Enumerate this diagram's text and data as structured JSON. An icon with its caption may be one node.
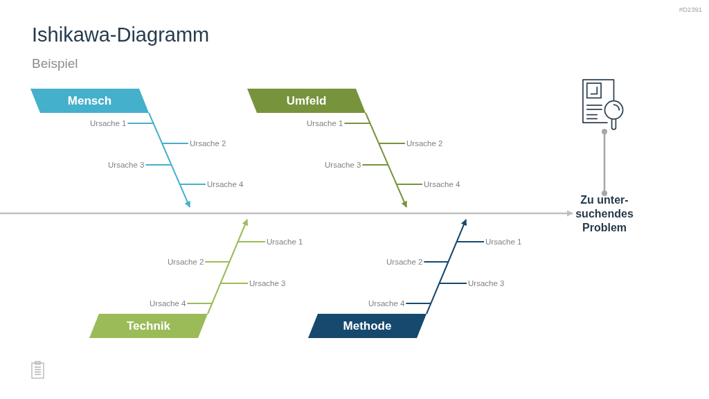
{
  "diagram": {
    "title": "Ishikawa-Diagramm",
    "nodes": [
      {
        "text": [
          "Mensch"
        ]
      },
      {
        "text": [
          "Ursache 1"
        ]
      },
      {
        "text": [
          "Ursache 2"
        ]
      },
      {
        "text": [
          "Ursache 3"
        ]
      },
      {
        "text": [
          "Ursache 4"
        ]
      },
      {
        "text": [
          "Umfeld"
        ]
      },
      {
        "text": [
          "Ursache 1"
        ]
      },
      {
        "text": [
          "Ursache 2"
        ]
      },
      {
        "text": [
          "Ursache 3"
        ]
      },
      {
        "text": [
          "Ursache 4"
        ]
      },
      {
        "text": [
          "Technik"
        ]
      },
      {
        "text": [
          "Ursache 1"
        ]
      },
      {
        "text": [
          "Ursache 2"
        ]
      },
      {
        "text": [
          "Ursache 3"
        ]
      },
      {
        "text": [
          "Ursache 4"
        ]
      },
      {
        "text": [
          "Methode"
        ]
      },
      {
        "text": [
          "Ursache 1"
        ]
      },
      {
        "text": [
          "Ursache 2"
        ]
      },
      {
        "text": [
          "Ursache 3"
        ]
      },
      {
        "text": [
          "Ursache 4"
        ]
      },
      {
        "text": [],
        "shape": "picture"
      },
      {
        "text": [
          "Zu unter- suchendes Problem"
        ]
      }
    ],
    "edges": [
      {
        "from": 0,
        "to": null,
        "arrow": "to",
        "color": "#45b0cb"
      },
      {
        "from": 1,
        "to": null,
        "arrow": "none",
        "color": "#45b0cb"
      },
      {
        "from": 2,
        "to": null,
        "arrow": "none",
        "color": "#45b0cb"
      },
      {
        "from": 3,
        "to": null,
        "arrow": "none",
        "color": "#45b0cb"
      },
      {
        "from": 4,
        "to": null,
        "arrow": "none",
        "color": "#45b0cb"
      },
      {
        "from": 5,
        "to": null,
        "arrow": "to",
        "color": "#77933c"
      },
      {
        "from": 6,
        "to": null,
        "arrow": "none",
        "color": "#77933c"
      },
      {
        "from": 7,
        "to": null,
        "arrow": "none",
        "color": "#77933c"
      },
      {
        "from": 8,
        "to": null,
        "arrow": "none",
        "color": "#77933c"
      },
      {
        "from": 9,
        "to": null,
        "arrow": "none",
        "color": "#77933c"
      },
      {
        "from": 10,
        "to": null,
        "arrow": "to",
        "color": "#9bbb59"
      },
      {
        "from": 11,
        "to": null,
        "arrow": "none",
        "color": "#9bbb59"
      },
      {
        "from": 12,
        "to": null,
        "arrow": "none",
        "color": "#9bbb59"
      },
      {
        "from": 13,
        "to": null,
        "arrow": "none",
        "color": "#9bbb59"
      },
      {
        "from": 14,
        "to": null,
        "arrow": "none",
        "color": "#9bbb59"
      },
      {
        "from": 15,
        "to": null,
        "arrow": "to",
        "color": "#17496e"
      },
      {
        "from": 16,
        "to": null,
        "arrow": "none",
        "color": "#17496e"
      },
      {
        "from": 17,
        "to": null,
        "arrow": "none",
        "color": "#17496e"
      },
      {
        "from": 18,
        "to": null,
        "arrow": "none",
        "color": "#17496e"
      },
      {
        "from": 19,
        "to": null,
        "arrow": "none",
        "color": "#17496e"
      },
      {
        "from": null,
        "to": 21,
        "arrow": "to",
        "color": "#bfbfbf"
      },
      {
        "from": 20,
        "to": 21,
        "arrow": "other",
        "color": "#a6a6a6"
      }
    ],
    "labels": [
      "#D2391",
      "Beispiel"
    ]
  }
}
